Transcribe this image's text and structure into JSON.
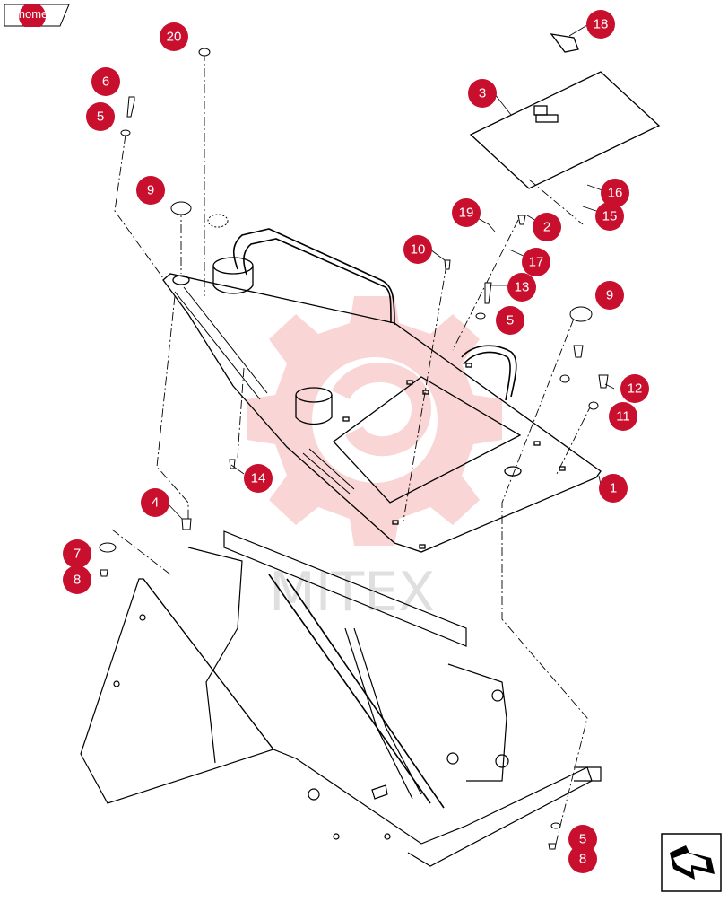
{
  "nav": {
    "home_label": "home",
    "home_color": "#c8102e",
    "next_icon": "next-page-arrow-icon"
  },
  "diagram": {
    "watermark_text": "MITEX",
    "watermark_color": "#e84545",
    "callout_color": "#c8102e",
    "callouts": [
      "20",
      "18",
      "6",
      "3",
      "5",
      "9",
      "19",
      "16",
      "2",
      "15",
      "10",
      "17",
      "13",
      "5",
      "9",
      "12",
      "11",
      "14",
      "1",
      "4",
      "7",
      "8",
      "5",
      "8"
    ]
  }
}
